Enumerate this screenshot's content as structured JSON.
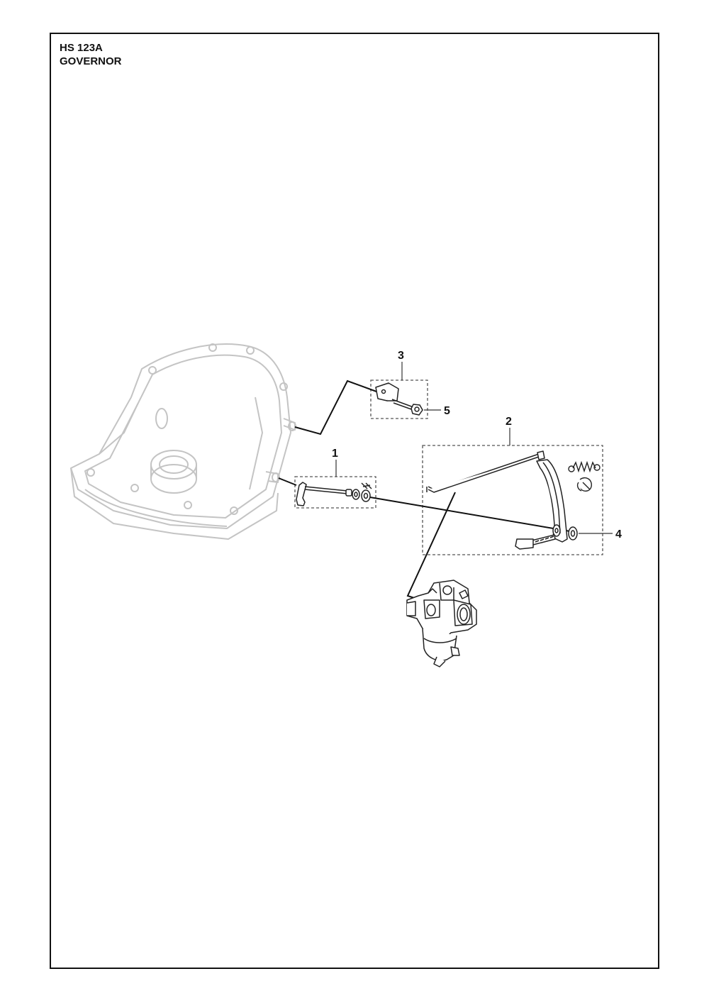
{
  "header": {
    "model": "HS 123A",
    "section": "GOVERNOR"
  },
  "callouts": [
    {
      "id": "1",
      "label": "1"
    },
    {
      "id": "2",
      "label": "2"
    },
    {
      "id": "3",
      "label": "3"
    },
    {
      "id": "4",
      "label": "4"
    },
    {
      "id": "5",
      "label": "5"
    }
  ],
  "colors": {
    "line": "#111111",
    "ghost_outline": "#c8c8c8",
    "part_outline": "#333333"
  }
}
